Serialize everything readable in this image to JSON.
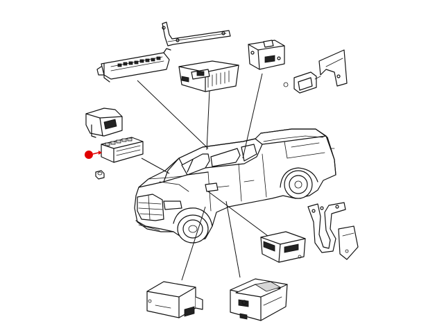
{
  "diagram": {
    "marker_color": "#e00000",
    "line_color": "#111111",
    "background": "#ffffff",
    "components": [
      {
        "name": "junction-block-top",
        "icon": "fuse-module"
      },
      {
        "name": "mounting-bracket-top",
        "icon": "bracket"
      },
      {
        "name": "radio-module",
        "icon": "electronic-module"
      },
      {
        "name": "airbag-control-module",
        "icon": "electronic-module"
      },
      {
        "name": "sensor-bracket-right",
        "icon": "sensor"
      },
      {
        "name": "fuse-box-cover",
        "icon": "cover"
      },
      {
        "name": "power-distribution-center",
        "icon": "fuse-module"
      },
      {
        "name": "retaining-nut",
        "icon": "nut"
      },
      {
        "name": "body-control-module",
        "icon": "electronic-module"
      },
      {
        "name": "wiring-bracket-right",
        "icon": "bracket"
      },
      {
        "name": "module-bottom-left",
        "icon": "electronic-module"
      },
      {
        "name": "module-bottom-center",
        "icon": "electronic-module"
      },
      {
        "name": "pickup-truck",
        "icon": "vehicle"
      }
    ]
  }
}
